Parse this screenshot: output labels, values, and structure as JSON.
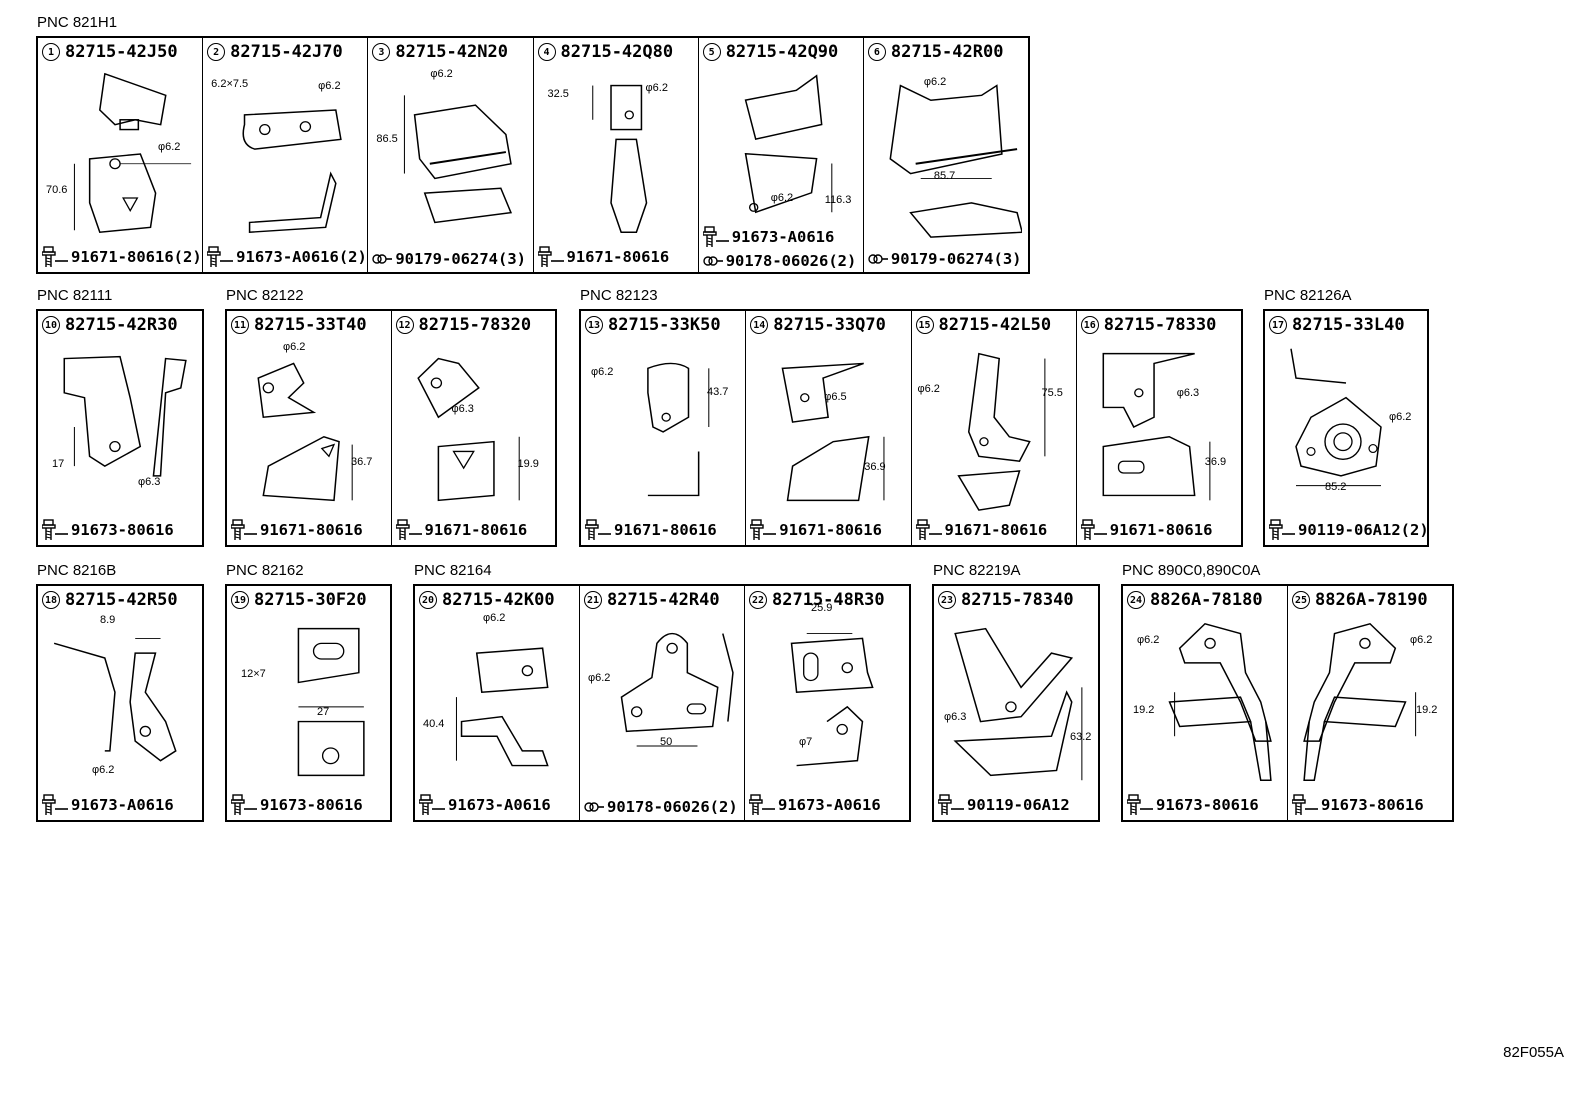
{
  "diagram_code": "82F055A",
  "pnc_labels": {
    "g1": "PNC 821H1",
    "g2": "PNC 82111",
    "g3": "PNC 82122",
    "g4": "PNC 82123",
    "g5": "PNC 82126A",
    "g6": "PNC 8216B",
    "g7": "PNC 82162",
    "g8": "PNC 82164",
    "g9": "PNC 82219A",
    "g10": "PNC 890C0,890C0A"
  },
  "parts": [
    {
      "num": "1",
      "part": "82715-42J50",
      "dims": [
        "φ6.2",
        "70.6"
      ],
      "fasteners": [
        "91671-80616(2)"
      ]
    },
    {
      "num": "2",
      "part": "82715-42J70",
      "dims": [
        "6.2×7.5",
        "φ6.2"
      ],
      "fasteners": [
        "91673-A0616(2)"
      ]
    },
    {
      "num": "3",
      "part": "82715-42N20",
      "dims": [
        "φ6.2",
        "86.5"
      ],
      "fasteners": [
        "90179-06274(3)"
      ]
    },
    {
      "num": "4",
      "part": "82715-42Q80",
      "dims": [
        "32.5",
        "φ6.2"
      ],
      "fasteners": [
        "91671-80616"
      ]
    },
    {
      "num": "5",
      "part": "82715-42Q90",
      "dims": [
        "φ6.2",
        "116.3"
      ],
      "fasteners": [
        "91673-A0616",
        "90178-06026(2)"
      ]
    },
    {
      "num": "6",
      "part": "82715-42R00",
      "dims": [
        "φ6.2",
        "85.7"
      ],
      "fasteners": [
        "90179-06274(3)"
      ]
    },
    {
      "num": "10",
      "part": "82715-42R30",
      "dims": [
        "17",
        "φ6.3"
      ],
      "fasteners": [
        "91673-80616"
      ]
    },
    {
      "num": "11",
      "part": "82715-33T40",
      "dims": [
        "φ6.2",
        "36.7"
      ],
      "fasteners": [
        "91671-80616"
      ]
    },
    {
      "num": "12",
      "part": "82715-78320",
      "dims": [
        "φ6.3",
        "19.9"
      ],
      "fasteners": [
        "91671-80616"
      ]
    },
    {
      "num": "13",
      "part": "82715-33K50",
      "dims": [
        "φ6.2",
        "43.7"
      ],
      "fasteners": [
        "91671-80616"
      ]
    },
    {
      "num": "14",
      "part": "82715-33Q70",
      "dims": [
        "φ6.5",
        "36.9"
      ],
      "fasteners": [
        "91671-80616"
      ]
    },
    {
      "num": "15",
      "part": "82715-42L50",
      "dims": [
        "φ6.2",
        "75.5"
      ],
      "fasteners": [
        "91671-80616"
      ]
    },
    {
      "num": "16",
      "part": "82715-78330",
      "dims": [
        "φ6.3",
        "36.9"
      ],
      "fasteners": [
        "91671-80616"
      ]
    },
    {
      "num": "17",
      "part": "82715-33L40",
      "dims": [
        "φ6.2",
        "85.2"
      ],
      "fasteners": [
        "90119-06A12(2)"
      ]
    },
    {
      "num": "18",
      "part": "82715-42R50",
      "dims": [
        "8.9",
        "φ6.2"
      ],
      "fasteners": [
        "91673-A0616"
      ]
    },
    {
      "num": "19",
      "part": "82715-30F20",
      "dims": [
        "12×7",
        "27"
      ],
      "fasteners": [
        "91673-80616"
      ]
    },
    {
      "num": "20",
      "part": "82715-42K00",
      "dims": [
        "φ6.2",
        "40.4"
      ],
      "fasteners": [
        "91673-A0616"
      ]
    },
    {
      "num": "21",
      "part": "82715-42R40",
      "dims": [
        "φ6.2",
        "50"
      ],
      "fasteners": [
        "90178-06026(2)"
      ]
    },
    {
      "num": "22",
      "part": "82715-48R30",
      "dims": [
        "25.9",
        "φ7"
      ],
      "fasteners": [
        "91673-A0616"
      ]
    },
    {
      "num": "23",
      "part": "82715-78340",
      "dims": [
        "φ6.3",
        "63.2"
      ],
      "fasteners": [
        "90119-06A12"
      ]
    },
    {
      "num": "24",
      "part": "8826A-78180",
      "dims": [
        "φ6.2",
        "19.2"
      ],
      "fasteners": [
        "91673-80616"
      ]
    },
    {
      "num": "25",
      "part": "8826A-78190",
      "dims": [
        "φ6.2",
        "19.2"
      ],
      "fasteners": [
        "91673-80616"
      ]
    }
  ],
  "icons": {
    "bolt": "hex-bolt-icon",
    "nut": "nut-icon"
  }
}
